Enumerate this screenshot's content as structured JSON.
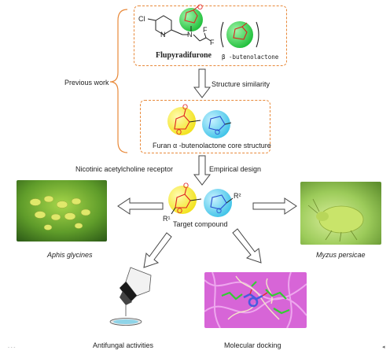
{
  "top_box": {
    "compound_name": "Flupyradifurone",
    "beta_label": "β -butenolactone",
    "atom_cl": "Cl",
    "atom_n_ring": "N",
    "atom_n_chain": "N",
    "atom_f1": "F",
    "atom_f2": "F",
    "atom_o": "O"
  },
  "arrows": {
    "structure_similarity": "Structure similarity",
    "empirical_design": "Empirical design",
    "nicotinic_receptor": "Nicotinic acetylcholine receptor"
  },
  "side_label": {
    "previous_work": "Previous work"
  },
  "core_box": {
    "caption": "Furan α -butenolactone core structure",
    "atom_o1": "O",
    "atom_o2": "O",
    "atom_o3": "O"
  },
  "target": {
    "caption": "Target compound",
    "r1": "R¹",
    "r2": "R²",
    "atom_o1": "O",
    "atom_o2": "O",
    "atom_o3": "O"
  },
  "outcomes": {
    "aphis": "Aphis glycines",
    "myzus": "Myzus persicae",
    "antifungal": "Antifungal activities",
    "docking": "Molecular docking"
  },
  "colors": {
    "dashed_box": "#e8893a",
    "green_ring": "#1fbf3a",
    "yellow_ring": "#f2e21a",
    "cyan_ring": "#3fc3e8",
    "bond_red": "#e02020",
    "bond_blue": "#2a4fd0",
    "docking_bg": "#d765d7"
  }
}
